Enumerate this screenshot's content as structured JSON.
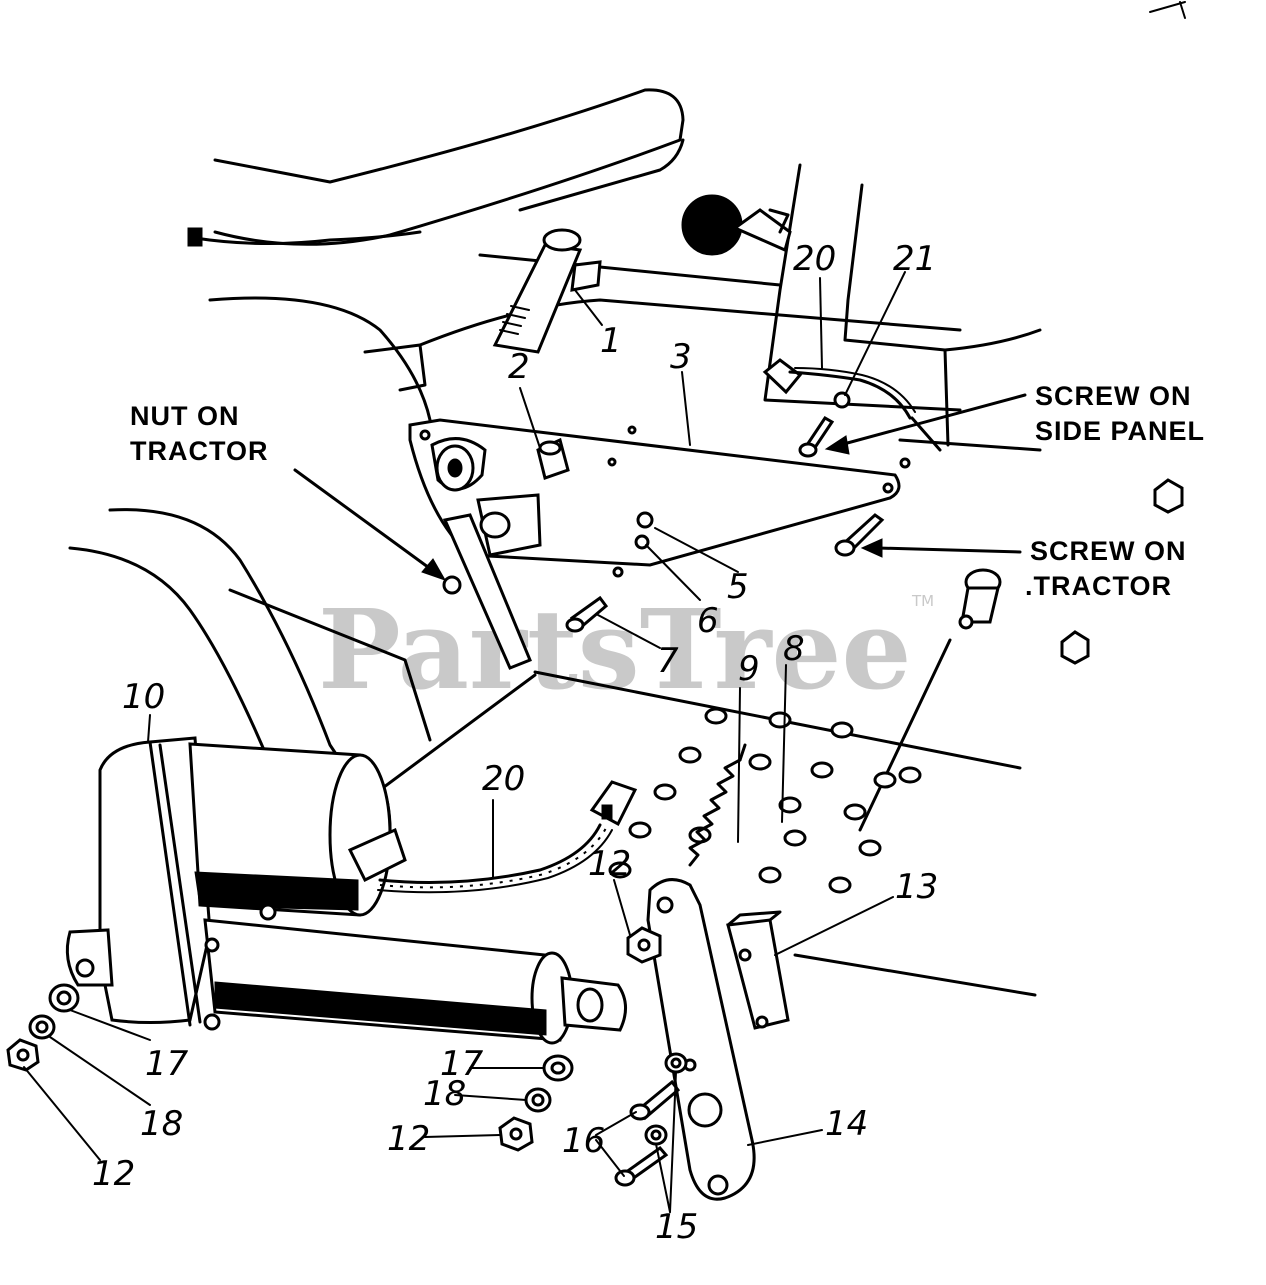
{
  "watermark": {
    "text": "PartsTree",
    "trademark": "TM"
  },
  "labels": {
    "nut_on_tractor": [
      "NUT ON",
      "TRACTOR"
    ],
    "screw_on_side_panel": [
      "SCREW ON",
      "SIDE PANEL"
    ],
    "screw_on_tractor": [
      "SCREW ON",
      ".TRACTOR"
    ]
  },
  "callouts": {
    "c1": "1",
    "c2": "2",
    "c3": "3",
    "c5": "5",
    "c6": "6",
    "c7": "7",
    "c8": "8",
    "c9": "9",
    "c10": "10",
    "c12a": "12",
    "c12b": "12",
    "c12c": "12",
    "c13": "13",
    "c14": "14",
    "c15": "15",
    "c16": "16",
    "c17a": "17",
    "c17b": "17",
    "c18a": "18",
    "c18b": "18",
    "c20a": "20",
    "c20b": "20",
    "c21": "21"
  }
}
